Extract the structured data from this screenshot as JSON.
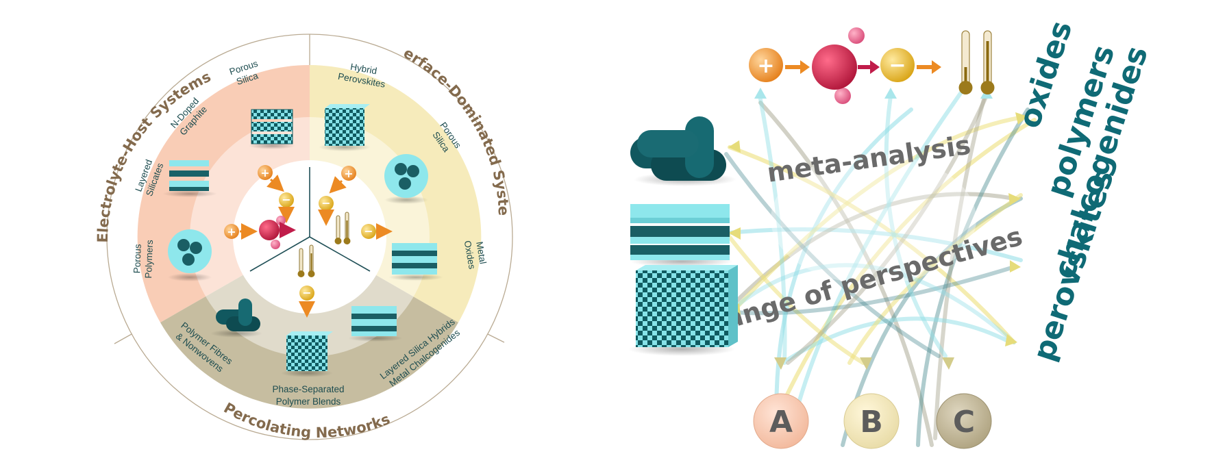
{
  "wheel": {
    "sectors": [
      {
        "id": "electrolyte_host",
        "title": "Electrolyte-Host Systems",
        "color": "#f9cdb6",
        "labels": [
          "Porous Silica",
          "N-Doped Graphite",
          "Layered Silicates",
          "Porous Polymers"
        ]
      },
      {
        "id": "interface_dominated",
        "title": "Interface-Dominated Systems",
        "color": "#f6ebbb",
        "labels": [
          "Hybrid Perovskites",
          "Porous Silica",
          "Metal Oxides"
        ]
      },
      {
        "id": "percolating",
        "title": "Percolating Networks",
        "color": "#c6bda0",
        "labels": [
          "Polymer Fibres & Nonwovens",
          "Phase-Separated Polymer Blends",
          "Layered Silica Hybrids Metal Chalcogenides"
        ]
      }
    ]
  },
  "right": {
    "symbols": {
      "plus": "+",
      "minus": "−"
    },
    "center_labels": {
      "top": "meta-analysis",
      "bottom": "change of perspectives"
    },
    "materials": [
      "oxides",
      "polymers",
      "chalcogenides",
      "perovskites"
    ],
    "circles": [
      {
        "letter": "A",
        "color": "#f7cdb9"
      },
      {
        "letter": "B",
        "color": "#f4ebc4"
      },
      {
        "letter": "C",
        "color": "#c8bfa3"
      }
    ]
  },
  "colors": {
    "teal": "#0f6a75",
    "dark_teal": "#104f57",
    "light_teal": "#8ee7ec",
    "arrow_orange": "#ec8a23",
    "title_brown": "#836a4d"
  }
}
